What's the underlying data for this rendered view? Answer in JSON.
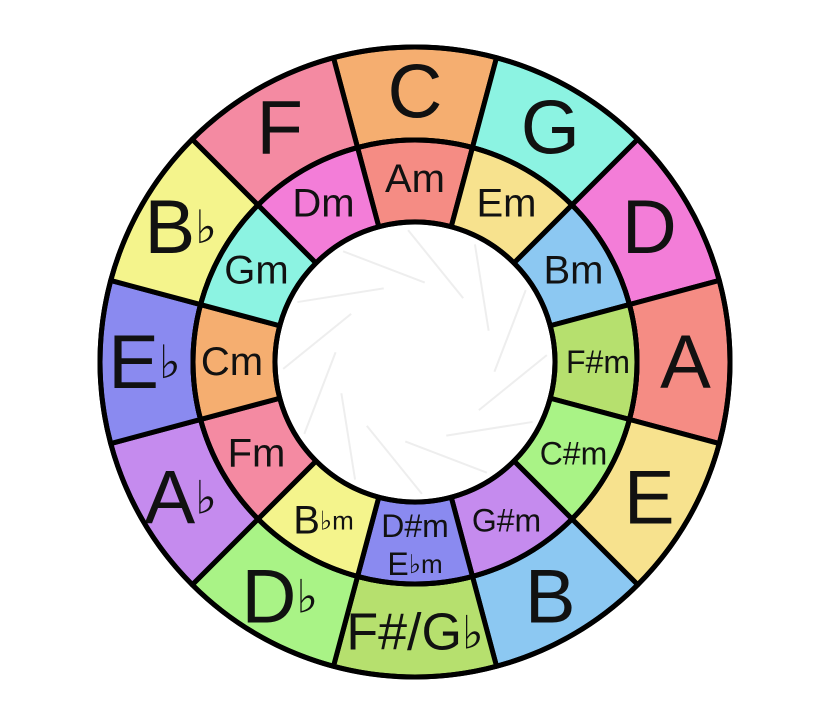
{
  "wheel": {
    "sectors": [
      {
        "major": {
          "main": "C",
          "acc": ""
        },
        "minor": [
          {
            "main": "Am",
            "acc": ""
          }
        ],
        "outer_color": "#F5AE70",
        "inner_color": "#F58C84"
      },
      {
        "major": {
          "main": "G",
          "acc": ""
        },
        "minor": [
          {
            "main": "Em",
            "acc": ""
          }
        ],
        "outer_color": "#8CF3E2",
        "inner_color": "#F7E28E"
      },
      {
        "major": {
          "main": "D",
          "acc": ""
        },
        "minor": [
          {
            "main": "Bm",
            "acc": ""
          }
        ],
        "outer_color": "#F37DD8",
        "inner_color": "#8CC8F2"
      },
      {
        "major": {
          "main": "A",
          "acc": ""
        },
        "minor": [
          {
            "main": "F#m",
            "acc": ""
          }
        ],
        "outer_color": "#F58C84",
        "inner_color": "#B6E06E"
      },
      {
        "major": {
          "main": "E",
          "acc": ""
        },
        "minor": [
          {
            "main": "C#m",
            "acc": ""
          }
        ],
        "outer_color": "#F7E28E",
        "inner_color": "#A9F386"
      },
      {
        "major": {
          "main": "B",
          "acc": ""
        },
        "minor": [
          {
            "main": "G#m",
            "acc": ""
          }
        ],
        "outer_color": "#8CC8F2",
        "inner_color": "#C58BEE"
      },
      {
        "major": {
          "main": "F#/G",
          "acc": "♭"
        },
        "minor": [
          {
            "main": "D#m",
            "acc": ""
          },
          {
            "main": "E",
            "acc": "♭m"
          }
        ],
        "outer_color": "#B6E06E",
        "inner_color": "#8A8AF0"
      },
      {
        "major": {
          "main": "D",
          "acc": "♭"
        },
        "minor": [
          {
            "main": "B",
            "acc": "♭m"
          }
        ],
        "outer_color": "#A9F386",
        "inner_color": "#F4F48C"
      },
      {
        "major": {
          "main": "A",
          "acc": "♭"
        },
        "minor": [
          {
            "main": "Fm",
            "acc": ""
          }
        ],
        "outer_color": "#C58BEE",
        "inner_color": "#F48AA2"
      },
      {
        "major": {
          "main": "E",
          "acc": "♭"
        },
        "minor": [
          {
            "main": "Cm",
            "acc": ""
          }
        ],
        "outer_color": "#8A8AF0",
        "inner_color": "#F5AE70"
      },
      {
        "major": {
          "main": "B",
          "acc": "♭"
        },
        "minor": [
          {
            "main": "Gm",
            "acc": ""
          }
        ],
        "outer_color": "#F4F48C",
        "inner_color": "#8CF3E2"
      },
      {
        "major": {
          "main": "F",
          "acc": ""
        },
        "minor": [
          {
            "main": "Dm",
            "acc": ""
          }
        ],
        "outer_color": "#F48AA2",
        "inner_color": "#F37DD8"
      }
    ]
  }
}
